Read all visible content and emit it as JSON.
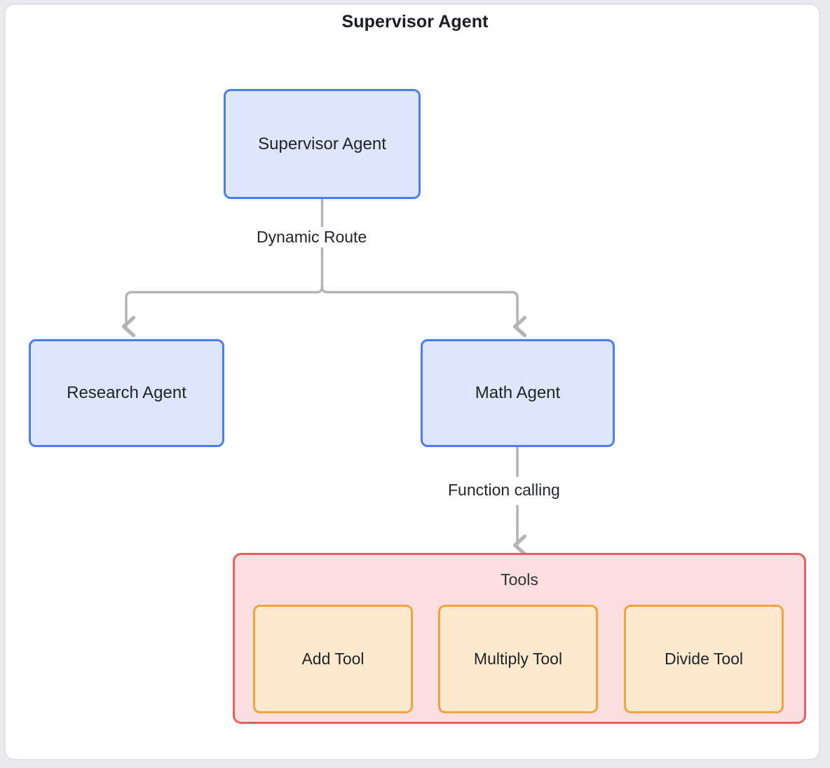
{
  "diagram": {
    "title": "Supervisor Agent",
    "type": "flowchart",
    "nodes": [
      {
        "id": "supervisor",
        "label": "Supervisor Agent",
        "kind": "agent"
      },
      {
        "id": "research",
        "label": "Research Agent",
        "kind": "agent"
      },
      {
        "id": "math",
        "label": "Math Agent",
        "kind": "agent"
      },
      {
        "id": "add",
        "label": "Add Tool",
        "kind": "tool"
      },
      {
        "id": "multiply",
        "label": "Multiply Tool",
        "kind": "tool"
      },
      {
        "id": "divide",
        "label": "Divide Tool",
        "kind": "tool"
      }
    ],
    "clusters": [
      {
        "id": "tools",
        "label": "Tools",
        "members": [
          "add",
          "multiply",
          "divide"
        ]
      }
    ],
    "edges": [
      {
        "from": "supervisor",
        "to": "research",
        "label": "Dynamic Route"
      },
      {
        "from": "supervisor",
        "to": "math",
        "label": "Dynamic Route"
      },
      {
        "from": "math",
        "to": "tools",
        "label": "Function calling"
      }
    ],
    "edge_labels": {
      "dynamic_route": "Dynamic Route",
      "function_calling": "Function calling"
    },
    "colors": {
      "agent_fill": "#dde6fb",
      "agent_stroke": "#4a7ef2",
      "tool_fill": "#fde9cd",
      "tool_stroke": "#f0a33f",
      "cluster_fill": "#fbdedf",
      "cluster_stroke": "#e8605d",
      "edge_stroke": "#b4b4b4",
      "frame_stroke": "#e1e2e6",
      "text": "#1f2328"
    }
  }
}
